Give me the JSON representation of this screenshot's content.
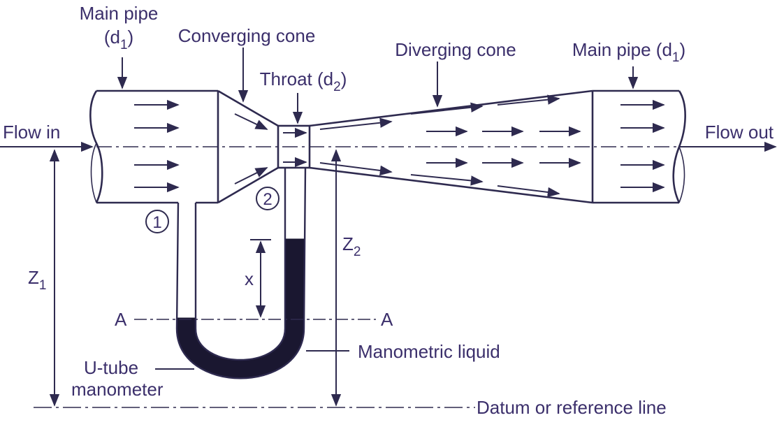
{
  "labels": {
    "main_pipe_left_line1": "Main pipe",
    "main_pipe_left_line2": "(d",
    "main_pipe_left_sub": "1",
    "main_pipe_left_close": ")",
    "converging_cone": "Converging cone",
    "throat": "Throat (d",
    "throat_sub": "2",
    "throat_close": ")",
    "diverging_cone": "Diverging cone",
    "main_pipe_right": "Main pipe (d",
    "main_pipe_right_sub": "1",
    "main_pipe_right_close": ")",
    "flow_in": "Flow in",
    "flow_out": "Flow out",
    "section_1": "1",
    "section_2": "2",
    "z1": "Z",
    "z1_sub": "1",
    "z2": "Z",
    "z2_sub": "2",
    "x": "x",
    "a_left": "A",
    "a_right": "A",
    "manometric_liquid": "Manometric liquid",
    "u_tube_line1": "U-tube",
    "u_tube_line2": "manometer",
    "datum": "Datum or reference line"
  },
  "colors": {
    "ink": "#2e2a4f",
    "text": "#3b2f6b",
    "manometric_fill": "#1a1730"
  }
}
